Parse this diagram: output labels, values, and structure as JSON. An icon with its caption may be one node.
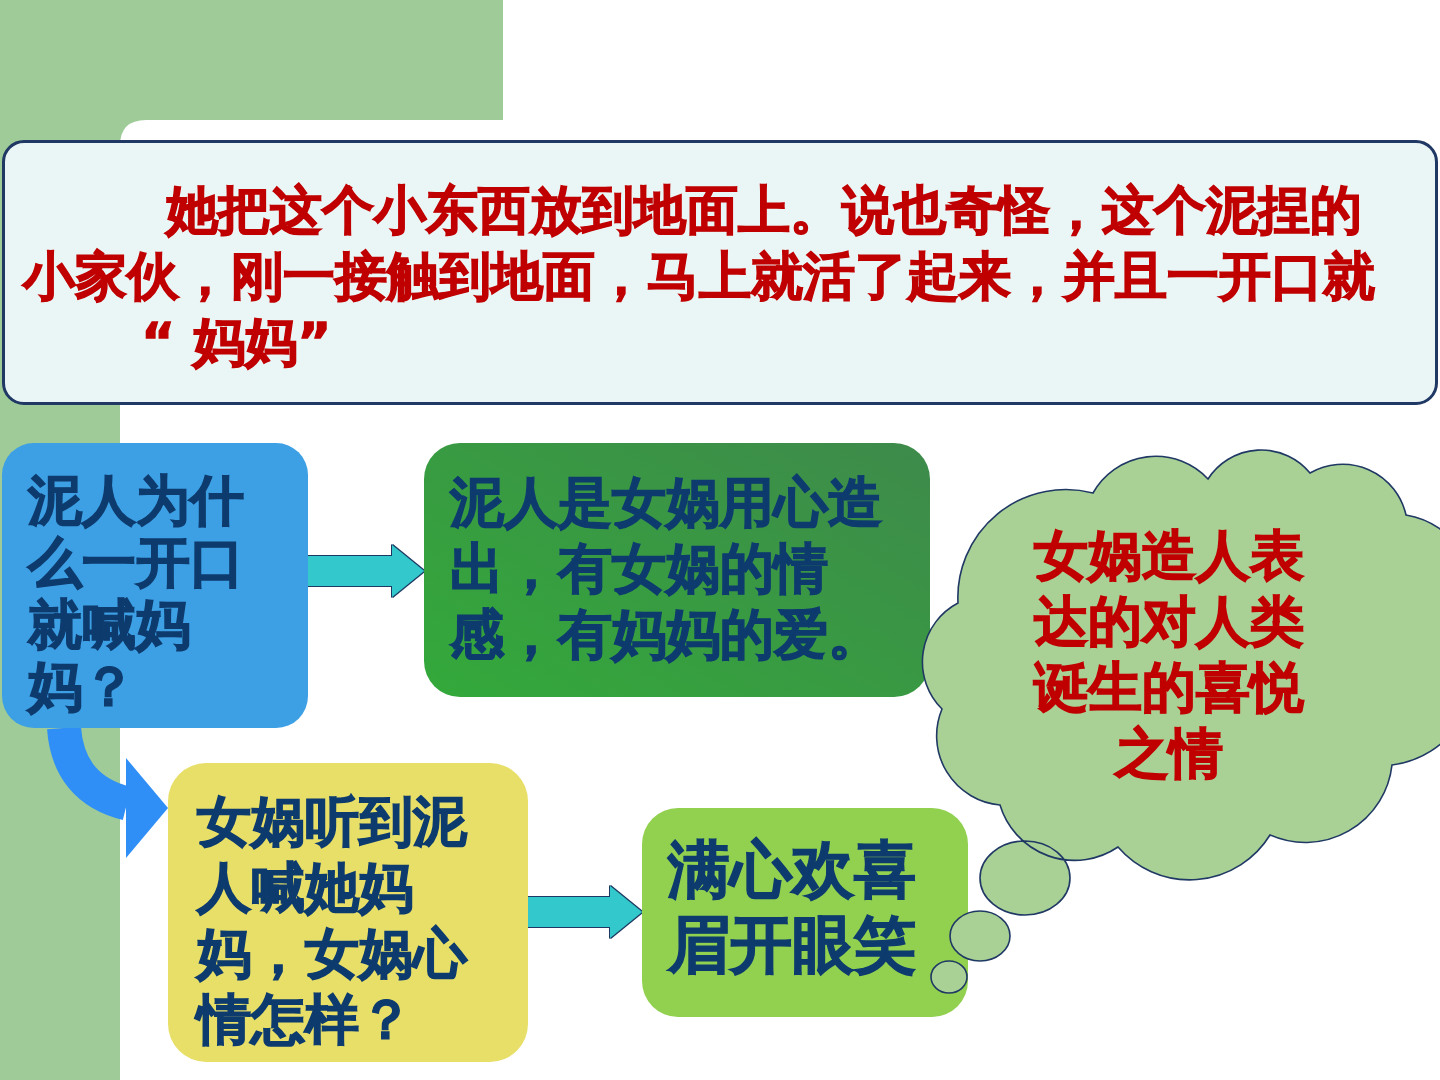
{
  "diagram": {
    "nodes": [
      {
        "text": [
          "她把这个小东西放到地面上。说也奇怪，这个泥捏的小家伙，刚一接触到地面，马上就活了起来，并且一开口就",
          "“ 妈妈”"
        ]
      },
      {
        "text": [
          "泥人为什么一开口就喊妈妈？"
        ]
      },
      {
        "text": [
          "泥人是女娲用心造出，有女娲的情感，有妈妈的爱。"
        ]
      },
      {
        "text": [
          "女娲听到泥人喊她妈妈，女娲心情怎样？"
        ]
      },
      {
        "text": [
          "满心欢喜眉开眼笑"
        ]
      },
      {
        "text": [
          "女娲造人表达的对人类诞生的喜悦之情"
        ]
      }
    ],
    "edges": [
      {
        "from": 1,
        "to": 2,
        "arrow": "to"
      },
      {
        "from": 1,
        "to": 3,
        "arrow": "to",
        "color": "#2f8ff6"
      },
      {
        "from": 3,
        "to": 4,
        "arrow": "to"
      }
    ]
  }
}
